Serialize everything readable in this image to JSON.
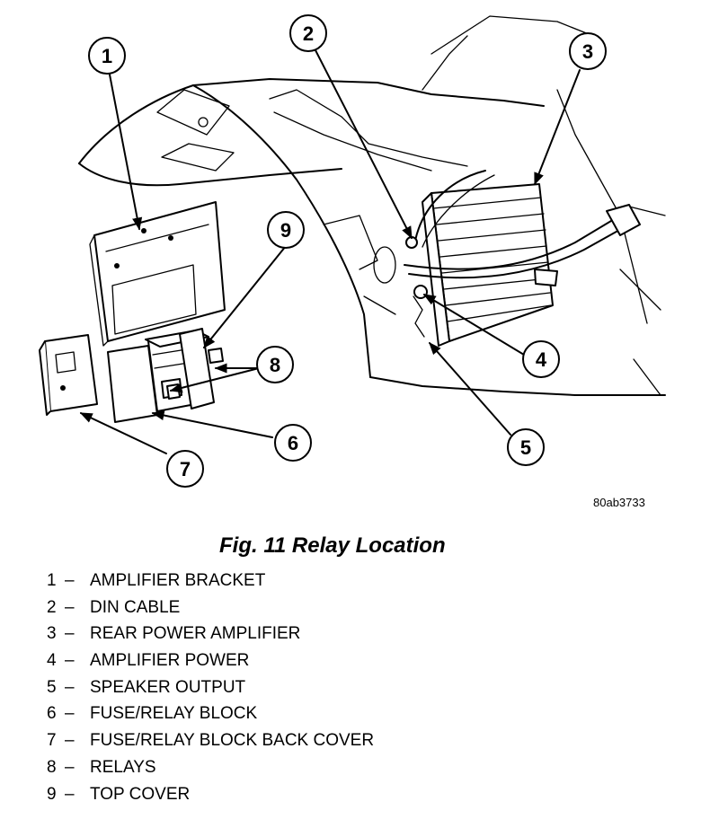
{
  "figure": {
    "art_id": "80ab3733",
    "caption": "Fig. 11 Relay Location",
    "callouts": [
      "1",
      "2",
      "3",
      "4",
      "5",
      "6",
      "7",
      "8",
      "9"
    ]
  },
  "legend": [
    {
      "num": "1",
      "dash": "–",
      "label": "AMPLIFIER BRACKET"
    },
    {
      "num": "2",
      "dash": "–",
      "label": "DIN CABLE"
    },
    {
      "num": "3",
      "dash": "–",
      "label": "REAR POWER AMPLIFIER"
    },
    {
      "num": "4",
      "dash": "–",
      "label": "AMPLIFIER POWER"
    },
    {
      "num": "5",
      "dash": "–",
      "label": "SPEAKER OUTPUT"
    },
    {
      "num": "6",
      "dash": "–",
      "label": "FUSE/RELAY BLOCK"
    },
    {
      "num": "7",
      "dash": "–",
      "label": "FUSE/RELAY BLOCK BACK COVER"
    },
    {
      "num": "8",
      "dash": "–",
      "label": "RELAYS"
    },
    {
      "num": "9",
      "dash": "–",
      "label": "TOP COVER"
    }
  ]
}
